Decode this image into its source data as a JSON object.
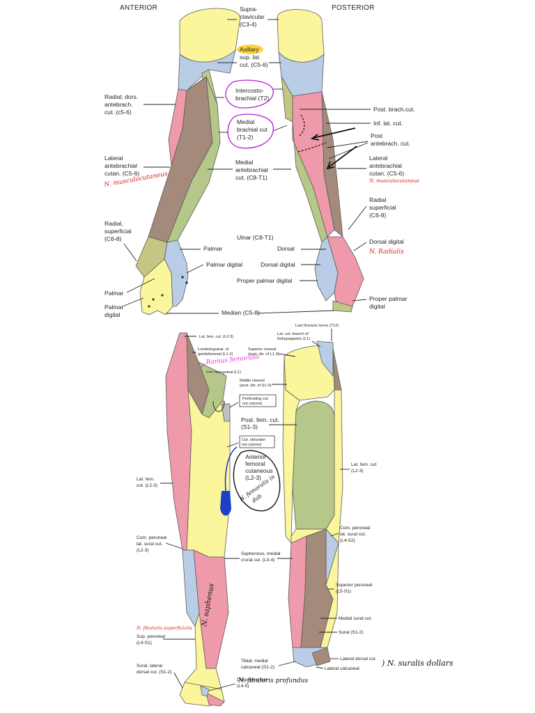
{
  "colors": {
    "yellow": "#fbf59c",
    "blue": "#b9cde6",
    "pink": "#ef9aaa",
    "green": "#b5c88a",
    "brown": "#a48a7a",
    "olive": "#c4c783",
    "red_ink": "#e0221f",
    "pink_ink": "#e23ad0",
    "magenta_ink": "#b21ed6",
    "blue_ink": "#1e3fc9"
  },
  "arm": {
    "anterior_heading": "ANTERIOR",
    "posterior_heading": "POSTERIOR",
    "supraclavicular": [
      "Supra-",
      "clavicular",
      "(C3-4)"
    ],
    "axillary": [
      "Axillary",
      "sup. lat.",
      "cut. (C5-6)"
    ],
    "radial_dors": [
      "Radial, dors.",
      "antebrach.",
      "cut. (c5-6)"
    ],
    "intercostobrachial": [
      "Intercosto-",
      "brachial (T2)"
    ],
    "medial_brachial": [
      "Medial",
      "brachial cut",
      "(T1-2)"
    ],
    "lateral_antebrachial_left": [
      "Lateral",
      "antebrachial",
      "cutan. (C5-6)"
    ],
    "medial_antebrachial": [
      "Medial",
      "antebrachial",
      "cut. (C8-T1)"
    ],
    "radial_superficial_left": [
      "Radial,",
      "superficial",
      "(C6-8)"
    ],
    "ulnar": "Ulnar (C8-T1)",
    "palmar_center": "Palmar",
    "dorsal_center": "Dorsal",
    "palmar_digital_center": "Palmar digital",
    "dorsal_digital_center": "Dorsal digital",
    "proper_palmar_digital_center": "Proper palmar digital",
    "palmar_left": "Palmar",
    "palmar_digital_left": [
      "Palmar",
      "digital"
    ],
    "median": "Median (C5-8)",
    "post_brach": "Post. brach.cut.",
    "inf_lat": "Inf. lat. cut.",
    "post_antebrach": [
      "Post",
      "antebrach. cut."
    ],
    "lateral_antebrachial_right": [
      "Lateral",
      "antebrachial",
      "cutan. (C5-6)"
    ],
    "radial_superficial_right": [
      "Radial",
      "superficial",
      "(C6-8)"
    ],
    "dorsal_digital_right": "Dorsal digital",
    "proper_palmar_digital_right": [
      "Proper palmar",
      "digital"
    ],
    "hand_n_musculocutaneus_left": "N. musculocutaneus",
    "hand_n_musculocutaneus_right": "N. musculocutaneus",
    "hand_n_radialis": "N. Radialis"
  },
  "leg": {
    "lat_fem_top": "Lat. fem. cut. (L2-3)",
    "last_thoracic": "Last thoracic nerve (T12)",
    "lat_cut_branch": [
      "Lat. cut. branch of",
      "iliohypogastric (L1)"
    ],
    "lumboinguinal": [
      "Lumboinguinal, of",
      "genitofemoral (L1-2)"
    ],
    "superior_cluneal": [
      "Superior cluneal",
      "(post. div. of L1-3)"
    ],
    "ilioinguinal": "Ilioinguinal (L1)",
    "middle_cluneal": [
      "Middle cluneal",
      "(post. div. of S1-3)"
    ],
    "perforating_cut": [
      "Perforating cut.",
      "not colored"
    ],
    "post_fem": [
      "Post. fem. cut.",
      "(S1-3)"
    ],
    "cut_obturator": [
      "Cut. obturator",
      "not colored"
    ],
    "anterior_femoral": [
      "Anterior",
      "femoral",
      "cutaneous",
      "(L2-3)"
    ],
    "lat_fem_left": [
      "Lat. fem.",
      "cut. (L2-3)"
    ],
    "lat_fem_right": [
      "Lat. fem. cut",
      "(L2-3)"
    ],
    "com_peroneal_left": [
      "Com. peroneal",
      "lat. sural cut.",
      "(L2-3)"
    ],
    "com_peroneal_right": [
      "Com. peroneal",
      "lat. sural cut.",
      "(L4-S2)"
    ],
    "saphenous": [
      "Saphenous, medial",
      "crural cut. (L3-4)"
    ],
    "superior_peroneal": [
      "Superior peroneal",
      "(L5-S1)"
    ],
    "medial_sural": "Medial sural cut.",
    "sural": "Sural (S1-2)",
    "sup_peroneal": [
      "Sup. peroneal",
      "(L4-S1)"
    ],
    "tibial_medial": [
      "Tibial, medial",
      "calcaneal (S1-2)"
    ],
    "lateral_dorsal": "Lateral dorsal cut.",
    "lateral_calcaneal": "Lateral calcaneal",
    "sural_lateral": [
      "Sural, lateral",
      "dorsal cut. (S1-2)"
    ],
    "deep_peroneal": [
      "Deep peroneal",
      "(L4-5)"
    ],
    "hand_ramus_femoralis": "Ramus femoralis",
    "hand_n_femoralis": [
      "N. femoralis in",
      "dab"
    ],
    "hand_n_saphenus": "N. saphenus",
    "hand_n_fibularis_superficialis": "N. fibularis superficialis",
    "hand_n_suralis_dollar": ") N. suralis dollars",
    "hand_n_fibularis_profundus": "N. fibularis profundus"
  }
}
